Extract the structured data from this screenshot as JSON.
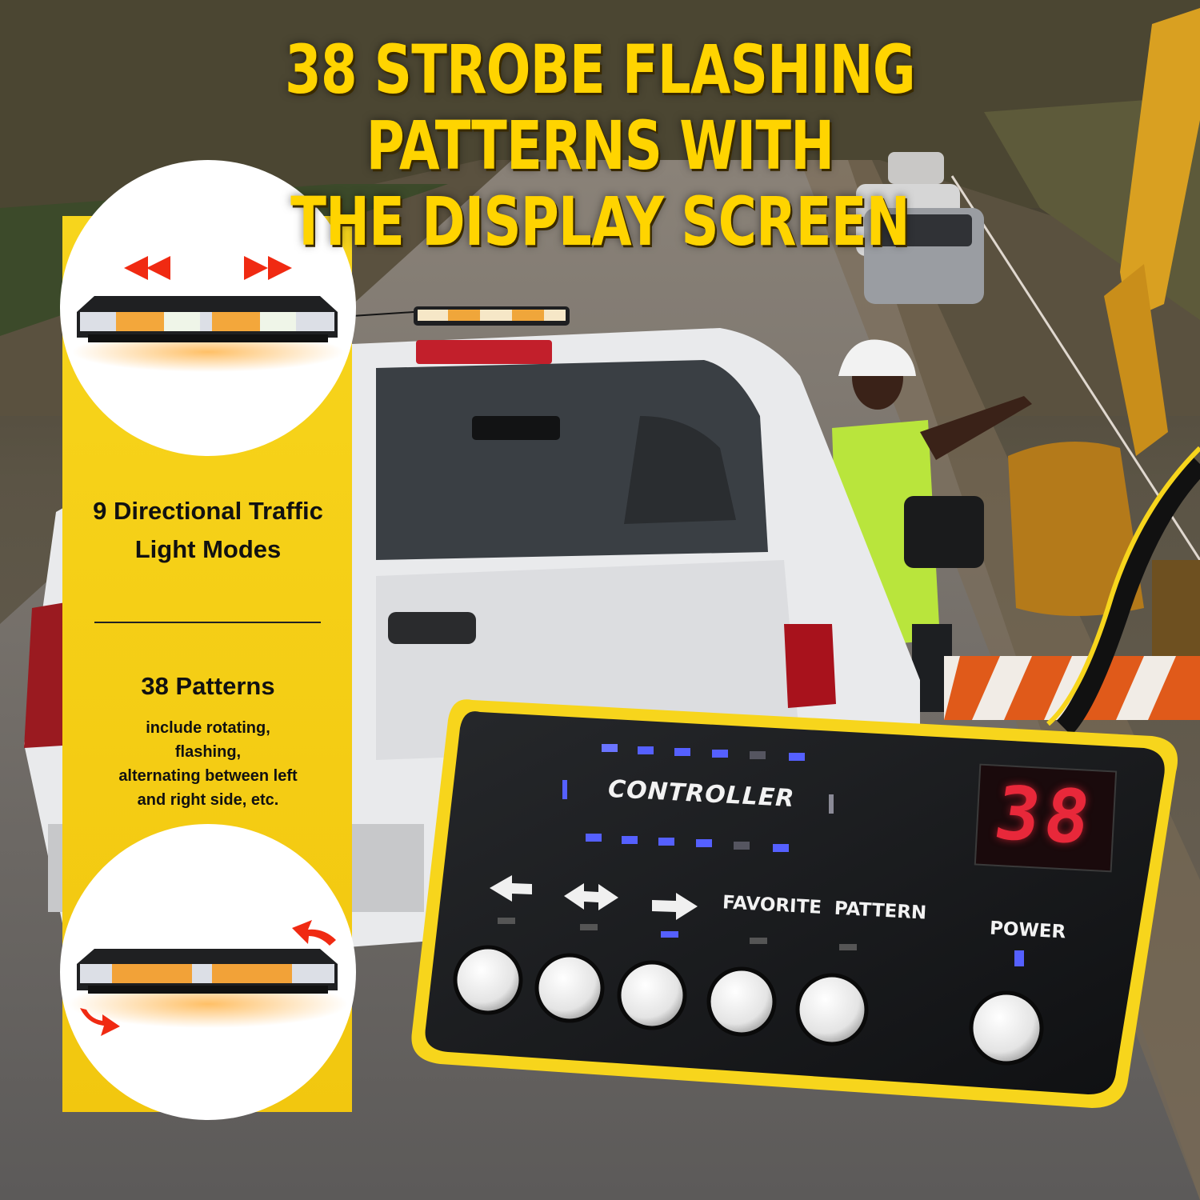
{
  "headline": {
    "line1": "38 STROBE FLASHING PATTERNS WITH",
    "line2": "THE DISPLAY SCREEN"
  },
  "features": {
    "modes_line1": "9 Directional Traffic",
    "modes_line2": "Light Modes",
    "patterns_title": "38 Patterns",
    "patterns_desc": [
      "include rotating,",
      "flashing,",
      "alternating between left",
      "and right side, etc."
    ]
  },
  "controller": {
    "label": "CONTROLLER",
    "display_value": "38",
    "favorite_label": "FAVORITE  PATTERN",
    "power_label": "POWER",
    "buttons": [
      {
        "icon": "arrow-left-icon"
      },
      {
        "icon": "arrow-both-icon"
      },
      {
        "icon": "arrow-right-icon"
      },
      {
        "icon": "favorite-1"
      },
      {
        "icon": "favorite-2"
      },
      {
        "icon": "power"
      }
    ]
  },
  "colors": {
    "accent_yellow": "#ffd400",
    "panel_yellow": "#f5d01a",
    "controller_body": "#17181a",
    "display_red": "#e8283a",
    "indicator_blue": "#5560ff"
  }
}
